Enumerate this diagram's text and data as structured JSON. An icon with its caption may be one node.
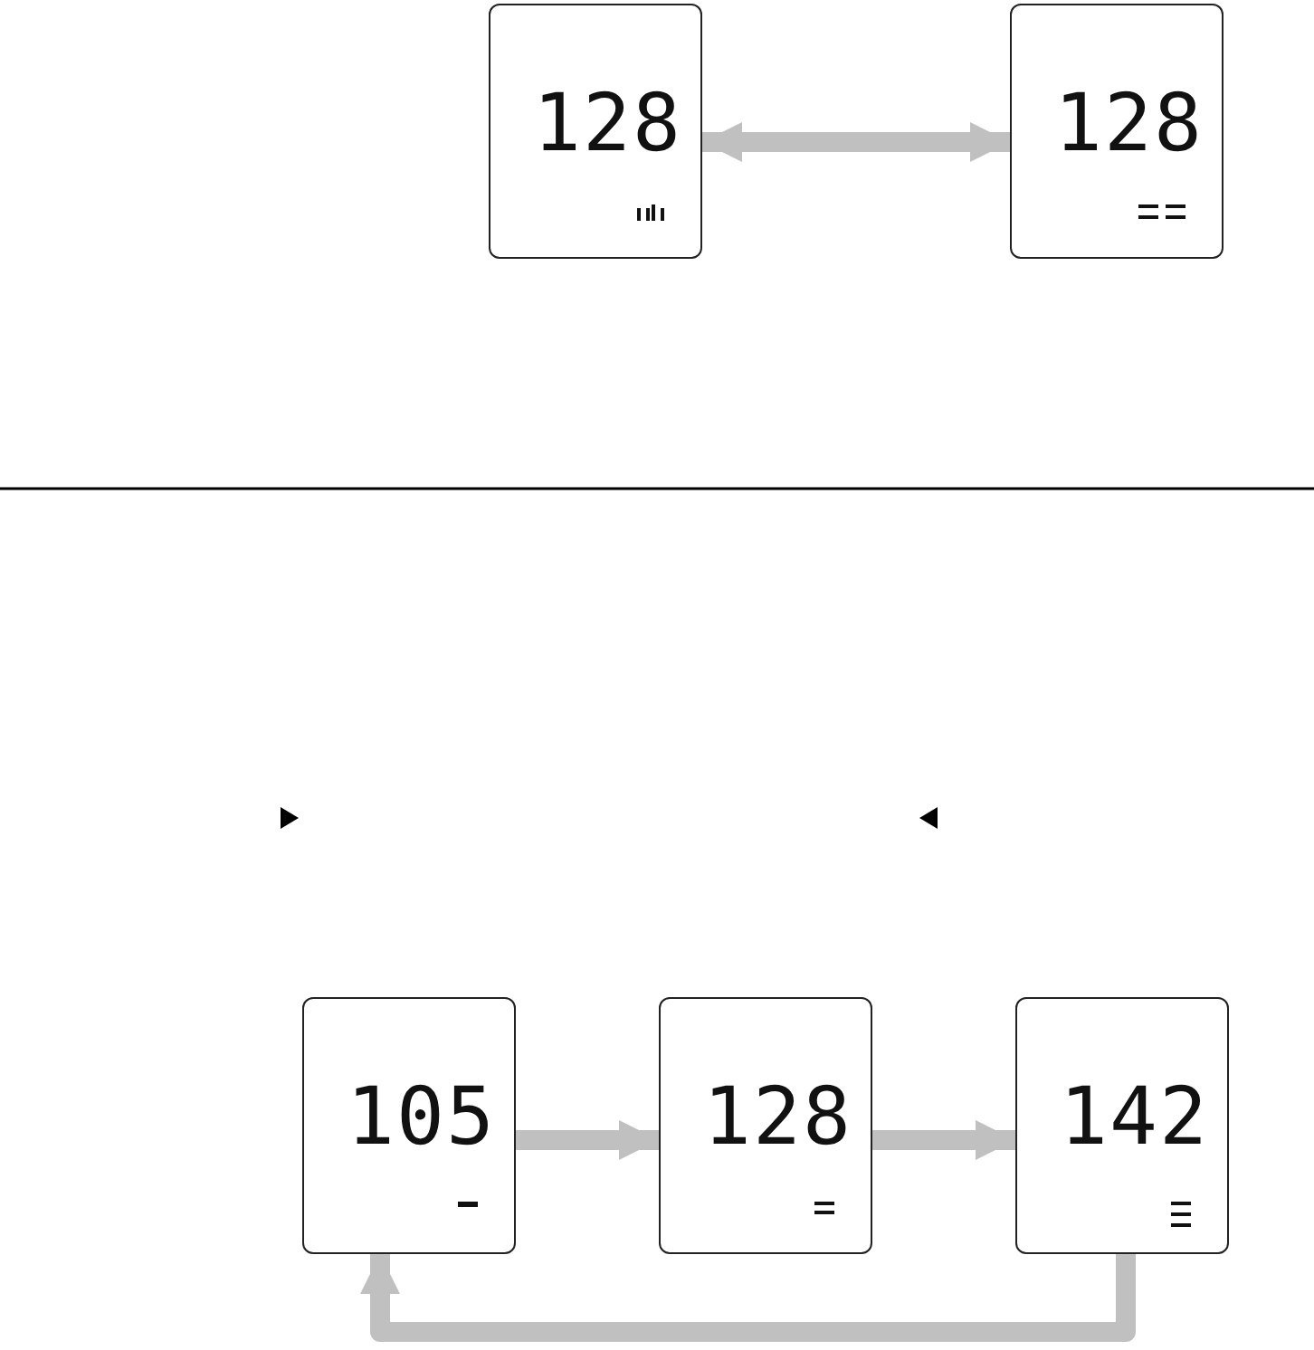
{
  "diagram": {
    "nodes": [
      {
        "text": [
          "128"
        ]
      },
      {
        "text": [
          "128"
        ]
      },
      {
        "text": [
          "105"
        ]
      },
      {
        "text": [
          "128"
        ]
      },
      {
        "text": [
          "142"
        ]
      }
    ],
    "edges": [
      {
        "from": 0,
        "to": 1,
        "arrow": "both"
      },
      {
        "from": 2,
        "to": 3,
        "arrow": "to"
      },
      {
        "from": 3,
        "to": 4,
        "arrow": "to"
      },
      {
        "from": 4,
        "to": 2,
        "arrow": "to"
      }
    ]
  }
}
